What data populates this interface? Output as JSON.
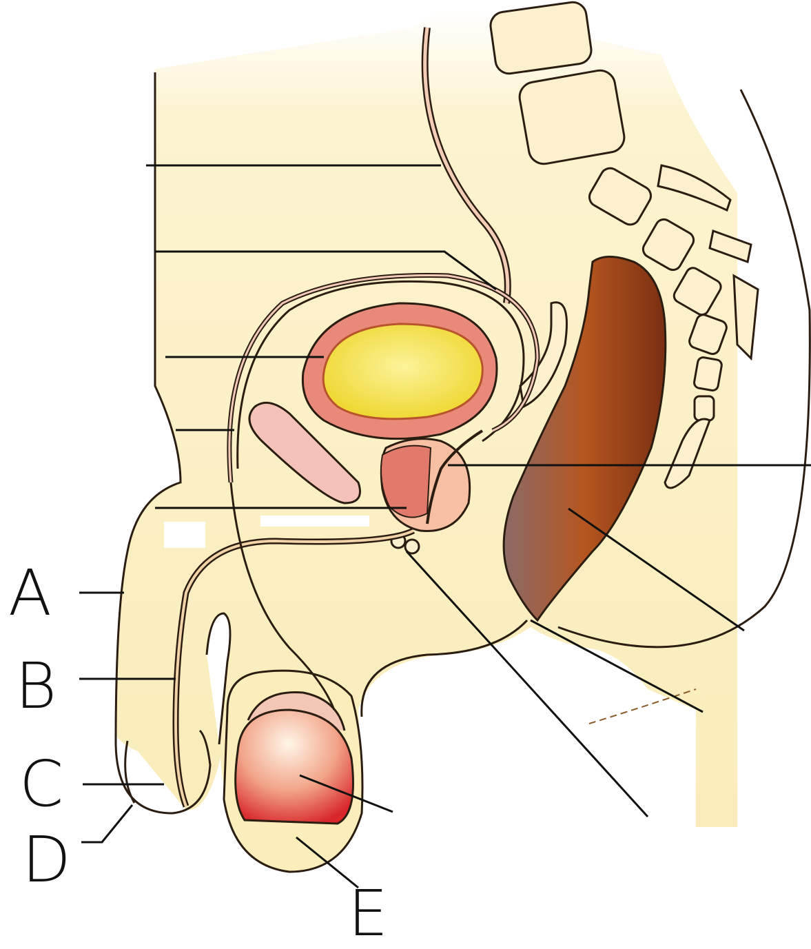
{
  "labels": {
    "a": "A",
    "b": "B",
    "c": "C",
    "d": "D",
    "e": "E"
  },
  "colors": {
    "skin": "#fbeebb",
    "outline": "#2b1d12",
    "bladder_wall": "#e8897a",
    "bladder_inner": "#f3e23a",
    "bone": "#fdf0cf",
    "rectum": "#9a4c25",
    "prostate": "#e27a6c",
    "testis": "#e03a35"
  }
}
